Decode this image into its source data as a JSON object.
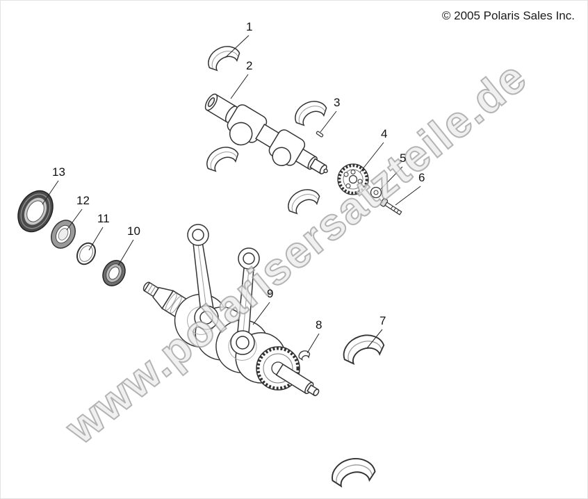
{
  "copyright": "© 2005 Polaris Sales Inc.",
  "watermark": "www.polarisersatzteile.de",
  "callouts": [
    "1",
    "2",
    "3",
    "4",
    "5",
    "6",
    "7",
    "8",
    "9",
    "10",
    "11",
    "12",
    "13"
  ],
  "colors": {
    "background": "#ffffff",
    "line": "#333333",
    "watermark_fill": "#ececec",
    "watermark_stroke": "#a0a0a0",
    "text": "#111111"
  }
}
